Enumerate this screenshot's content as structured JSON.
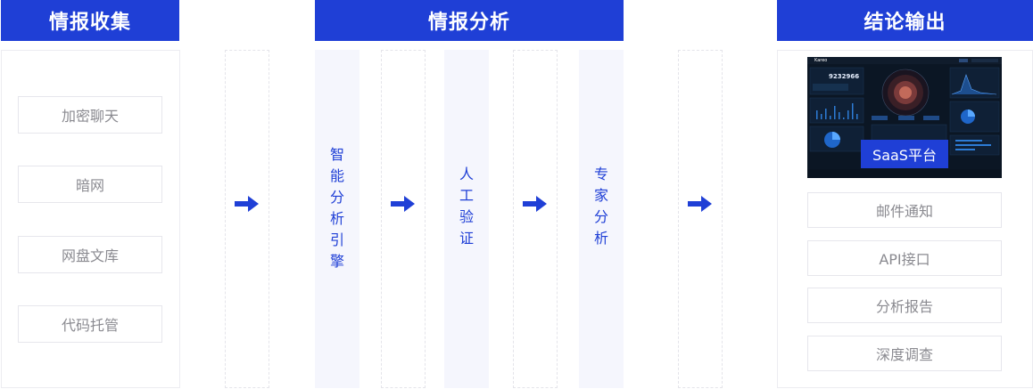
{
  "headers": {
    "collect": "情报收集",
    "analyze": "情报分析",
    "output": "结论输出"
  },
  "sources": [
    "加密聊天",
    "暗网",
    "网盘文库",
    "代码托管"
  ],
  "analysis_steps": {
    "engine": "智能分析引擎",
    "manual": "人工验证",
    "expert": "专家分析"
  },
  "outputs": [
    "邮件通知",
    "API接口",
    "分析报告",
    "深度调查"
  ],
  "platform": {
    "label": "SaaS平台",
    "dashboard": {
      "logo": "Kareo",
      "metric": "9232966"
    }
  },
  "colors": {
    "accent": "#1f3fd6",
    "panel_border": "#ececf1",
    "column_fill": "#f5f6fd",
    "item_text": "#8a8a90"
  },
  "icons": {
    "flow_arrow": "arrow-right-icon"
  }
}
